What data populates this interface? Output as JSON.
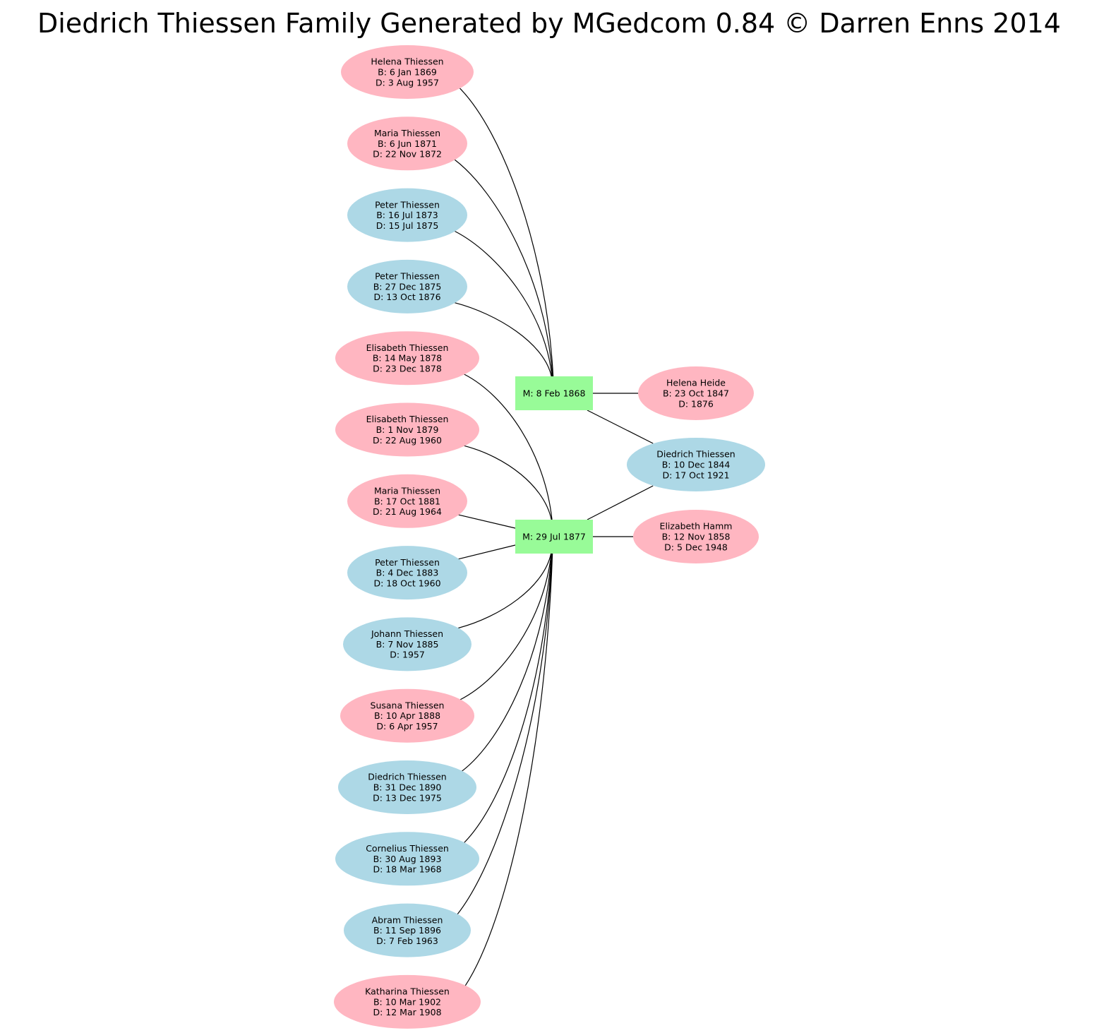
{
  "title": "Diedrich Thiessen Family Generated by MGedcom 0.84 © Darren Enns 2014",
  "colors": {
    "female": "#ffb6c1",
    "male": "#add8e6",
    "marriage": "#98fb98",
    "edge": "#000000"
  },
  "marriages": [
    {
      "id": "m1",
      "label": "M: 8 Feb 1868"
    },
    {
      "id": "m2",
      "label": "M: 29 Jul 1877"
    }
  ],
  "spouses": [
    {
      "id": "s1",
      "sex": "F",
      "name": "Helena  Heide",
      "birth": "B: 23 Oct 1847",
      "death": "D: 1876",
      "marriages": [
        "m1"
      ]
    },
    {
      "id": "s2",
      "sex": "M",
      "name": "Diedrich  Thiessen",
      "birth": "B: 10 Dec 1844",
      "death": "D: 17 Oct 1921",
      "marriages": [
        "m1",
        "m2"
      ]
    },
    {
      "id": "s3",
      "sex": "F",
      "name": "Elizabeth  Hamm",
      "birth": "B: 12 Nov 1858",
      "death": "D: 5 Dec 1948",
      "marriages": [
        "m2"
      ]
    }
  ],
  "children": [
    {
      "sex": "F",
      "name": "Helena  Thiessen",
      "birth": "B: 6 Jan 1869",
      "death": "D: 3 Aug 1957",
      "marriage": "m1"
    },
    {
      "sex": "F",
      "name": "Maria  Thiessen",
      "birth": "B: 6 Jun 1871",
      "death": "D: 22 Nov 1872",
      "marriage": "m1"
    },
    {
      "sex": "M",
      "name": "Peter  Thiessen",
      "birth": "B: 16 Jul 1873",
      "death": "D: 15 Jul 1875",
      "marriage": "m1"
    },
    {
      "sex": "M",
      "name": "Peter  Thiessen",
      "birth": "B: 27 Dec 1875",
      "death": "D: 13 Oct 1876",
      "marriage": "m1"
    },
    {
      "sex": "F",
      "name": "Elisabeth  Thiessen",
      "birth": "B: 14 May 1878",
      "death": "D: 23 Dec 1878",
      "marriage": "m2"
    },
    {
      "sex": "F",
      "name": "Elisabeth  Thiessen",
      "birth": "B: 1 Nov 1879",
      "death": "D: 22 Aug 1960",
      "marriage": "m2"
    },
    {
      "sex": "F",
      "name": "Maria  Thiessen",
      "birth": "B: 17 Oct 1881",
      "death": "D: 21 Aug 1964",
      "marriage": "m2"
    },
    {
      "sex": "M",
      "name": "Peter  Thiessen",
      "birth": "B: 4 Dec 1883",
      "death": "D: 18 Oct 1960",
      "marriage": "m2"
    },
    {
      "sex": "M",
      "name": "Johann  Thiessen",
      "birth": "B: 7 Nov 1885",
      "death": "D: 1957",
      "marriage": "m2"
    },
    {
      "sex": "F",
      "name": "Susana  Thiessen",
      "birth": "B: 10 Apr 1888",
      "death": "D: 6 Apr 1957",
      "marriage": "m2"
    },
    {
      "sex": "M",
      "name": "Diedrich  Thiessen",
      "birth": "B: 31 Dec 1890",
      "death": "D: 13 Dec 1975",
      "marriage": "m2"
    },
    {
      "sex": "M",
      "name": "Cornelius  Thiessen",
      "birth": "B: 30 Aug 1893",
      "death": "D: 18 Mar 1968",
      "marriage": "m2"
    },
    {
      "sex": "M",
      "name": "Abram  Thiessen",
      "birth": "B: 11 Sep 1896",
      "death": "D: 7 Feb 1963",
      "marriage": "m2"
    },
    {
      "sex": "F",
      "name": "Katharina  Thiessen",
      "birth": "B: 10 Mar 1902",
      "death": "D: 12 Mar 1908",
      "marriage": "m2"
    }
  ]
}
